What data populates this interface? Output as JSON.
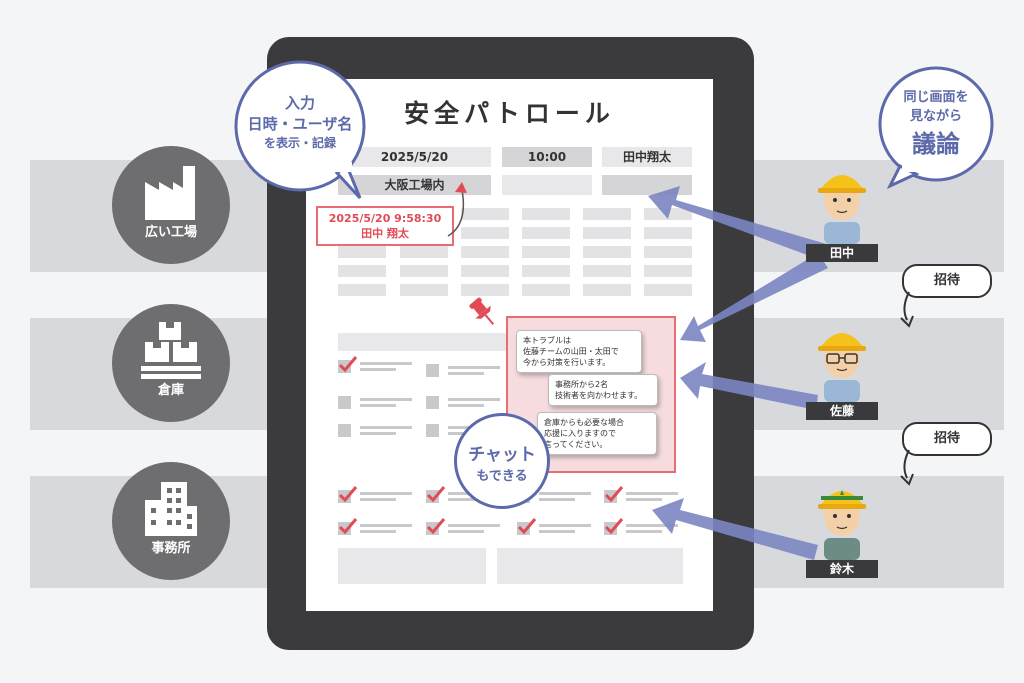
{
  "title": "安全パトロール",
  "header": {
    "date": "2025/5/20",
    "time": "10:00",
    "user": "田中翔太",
    "location": "大阪工場内"
  },
  "input_stamp": {
    "datetime": "2025/5/20 9:58:30",
    "user": "田中 翔太"
  },
  "callout_input": {
    "line1": "入力",
    "line2": "日時・ユーザ名",
    "line3": "を表示・記録"
  },
  "callout_discuss": {
    "line1": "同じ画面を",
    "line2": "見ながら",
    "line3": "議論"
  },
  "callout_chat": {
    "line1": "チャット",
    "line2": "もできる"
  },
  "chat": [
    {
      "text": "本トラブルは\n佐藤チームの山田・太田で\n今から対策を行います。"
    },
    {
      "text": "事務所から2名\n技術者を向かわせます。"
    },
    {
      "text": "倉庫からも必要な場合\n応援に入りますので\n言ってください。"
    }
  ],
  "locations": [
    {
      "label": "広い工場",
      "icon": "factory-icon"
    },
    {
      "label": "倉庫",
      "icon": "warehouse-boxes-icon"
    },
    {
      "label": "事務所",
      "icon": "office-building-icon"
    }
  ],
  "people": [
    {
      "name": "田中"
    },
    {
      "name": "佐藤"
    },
    {
      "name": "鈴木"
    }
  ],
  "invite_label": "招待",
  "colors": {
    "accent": "#5c69aa",
    "arrow": "#7b86c2",
    "red": "#e04b56",
    "check": "#e04b56",
    "band": "#d8d9dc",
    "tablet": "#3b3b3d"
  }
}
